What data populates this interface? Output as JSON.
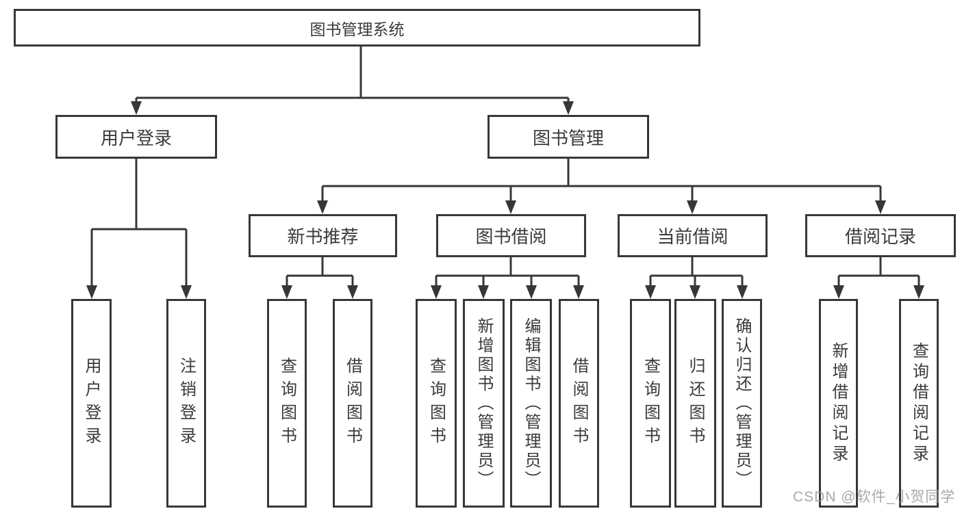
{
  "diagram_title": "图书管理系统",
  "nodes": {
    "root": "图书管理系统",
    "user_login": "用户登录",
    "book_management": "图书管理",
    "new_book_recommend": "新书推荐",
    "book_borrowing": "图书借阅",
    "current_borrowing": "当前借阅",
    "borrowing_records": "借阅记录",
    "leaf_user_login": "用户登录",
    "leaf_logout": "注销登录",
    "leaf_nbr_query_books": "查询图书",
    "leaf_nbr_borrow_books": "借阅图书",
    "leaf_bb_query_books": "查询图书",
    "leaf_bb_add_books_admin": "新增图书（管理员）",
    "leaf_bb_edit_books_admin": "编辑图书（管理员）",
    "leaf_bb_borrow_books": "借阅图书",
    "leaf_cb_query_books": "查询图书",
    "leaf_cb_return_books": "归还图书",
    "leaf_cb_confirm_return_admin": "确认归还（管理员）",
    "leaf_br_add_record": "新增借阅记录",
    "leaf_br_query_record": "查询借阅记录"
  },
  "hierarchy": {
    "图书管理系统": {
      "用户登录": [
        "用户登录",
        "注销登录"
      ],
      "图书管理": {
        "新书推荐": [
          "查询图书",
          "借阅图书"
        ],
        "图书借阅": [
          "查询图书",
          "新增图书（管理员）",
          "编辑图书（管理员）",
          "借阅图书"
        ],
        "当前借阅": [
          "查询图书",
          "归还图书",
          "确认归还（管理员）"
        ],
        "借阅记录": [
          "新增借阅记录",
          "查询借阅记录"
        ]
      }
    }
  },
  "watermark": "CSDN @软件_小贺同学",
  "colors": {
    "line": "#373737",
    "text": "#3a3a3a",
    "watermark": "#9a9a9a",
    "background": "#ffffff"
  }
}
